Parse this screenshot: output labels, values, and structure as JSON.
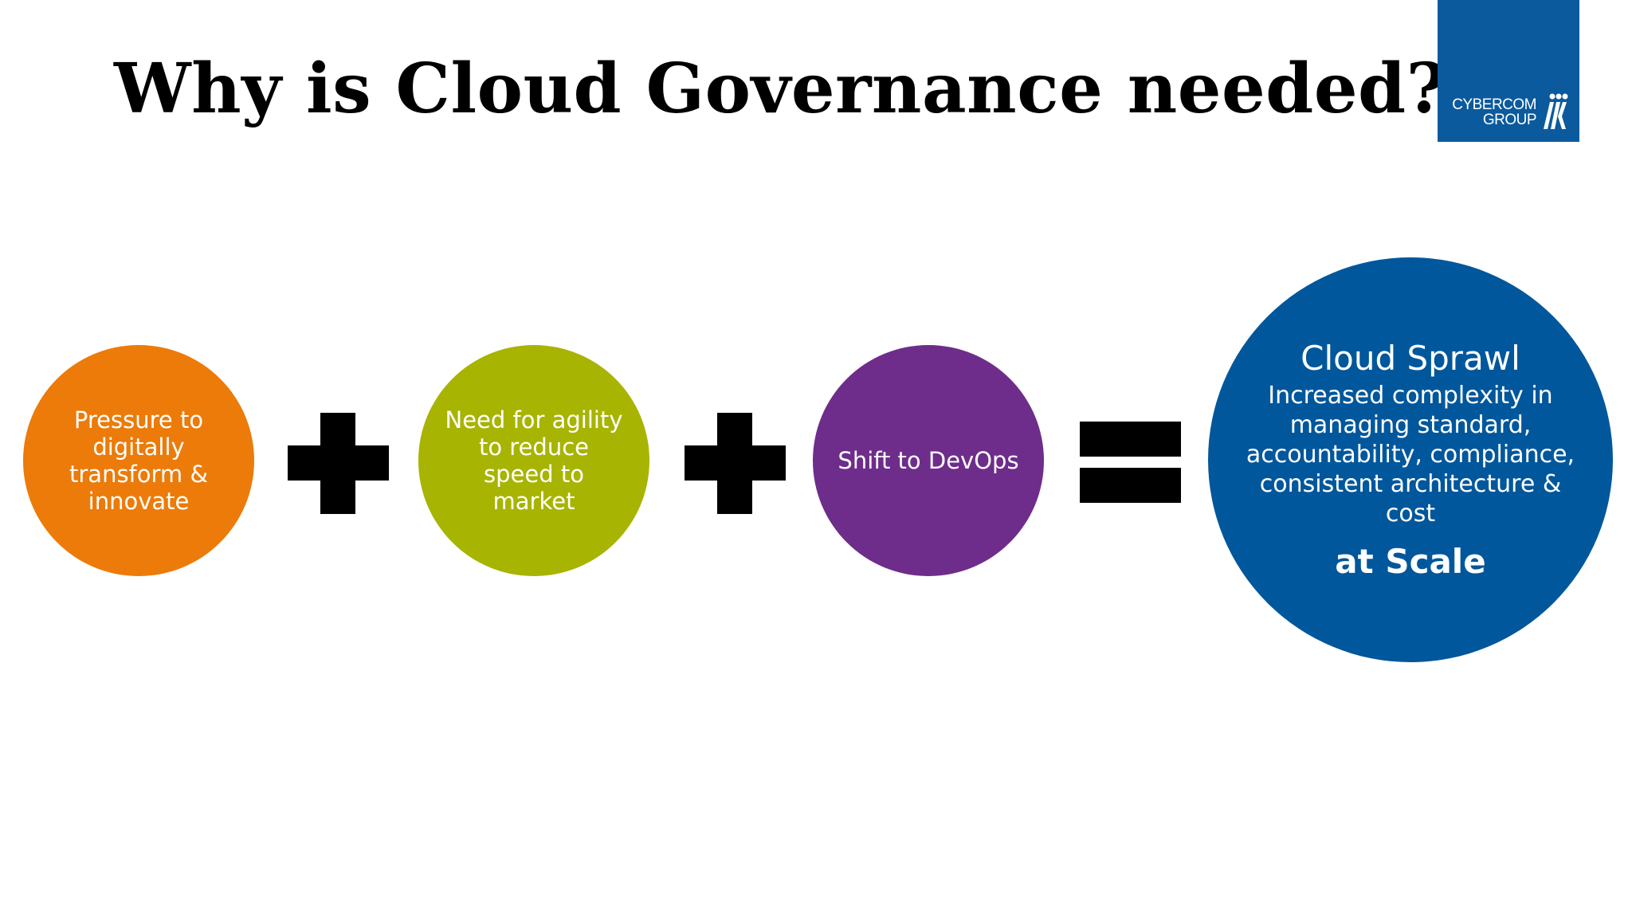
{
  "slide": {
    "title": "Why is Cloud Governance needed?"
  },
  "logo": {
    "line1": "CYBERCOM",
    "line2": "GROUP",
    "background": "#0b5a9e"
  },
  "nodes": [
    {
      "text": "Pressure to digitally transform & innovate",
      "color": "#ec7b09"
    },
    {
      "text": "Need for agility to reduce speed to market",
      "color": "#a8b402"
    },
    {
      "text": "Shift to DevOps",
      "color": "#6e2d8a"
    }
  ],
  "result": {
    "title": "Cloud Sprawl",
    "body": "Increased complexity in managing standard, accountability, compliance, consistent architecture & cost",
    "emphasis": "at Scale",
    "color": "#00579c"
  },
  "operators": [
    "plus",
    "plus",
    "equals"
  ]
}
